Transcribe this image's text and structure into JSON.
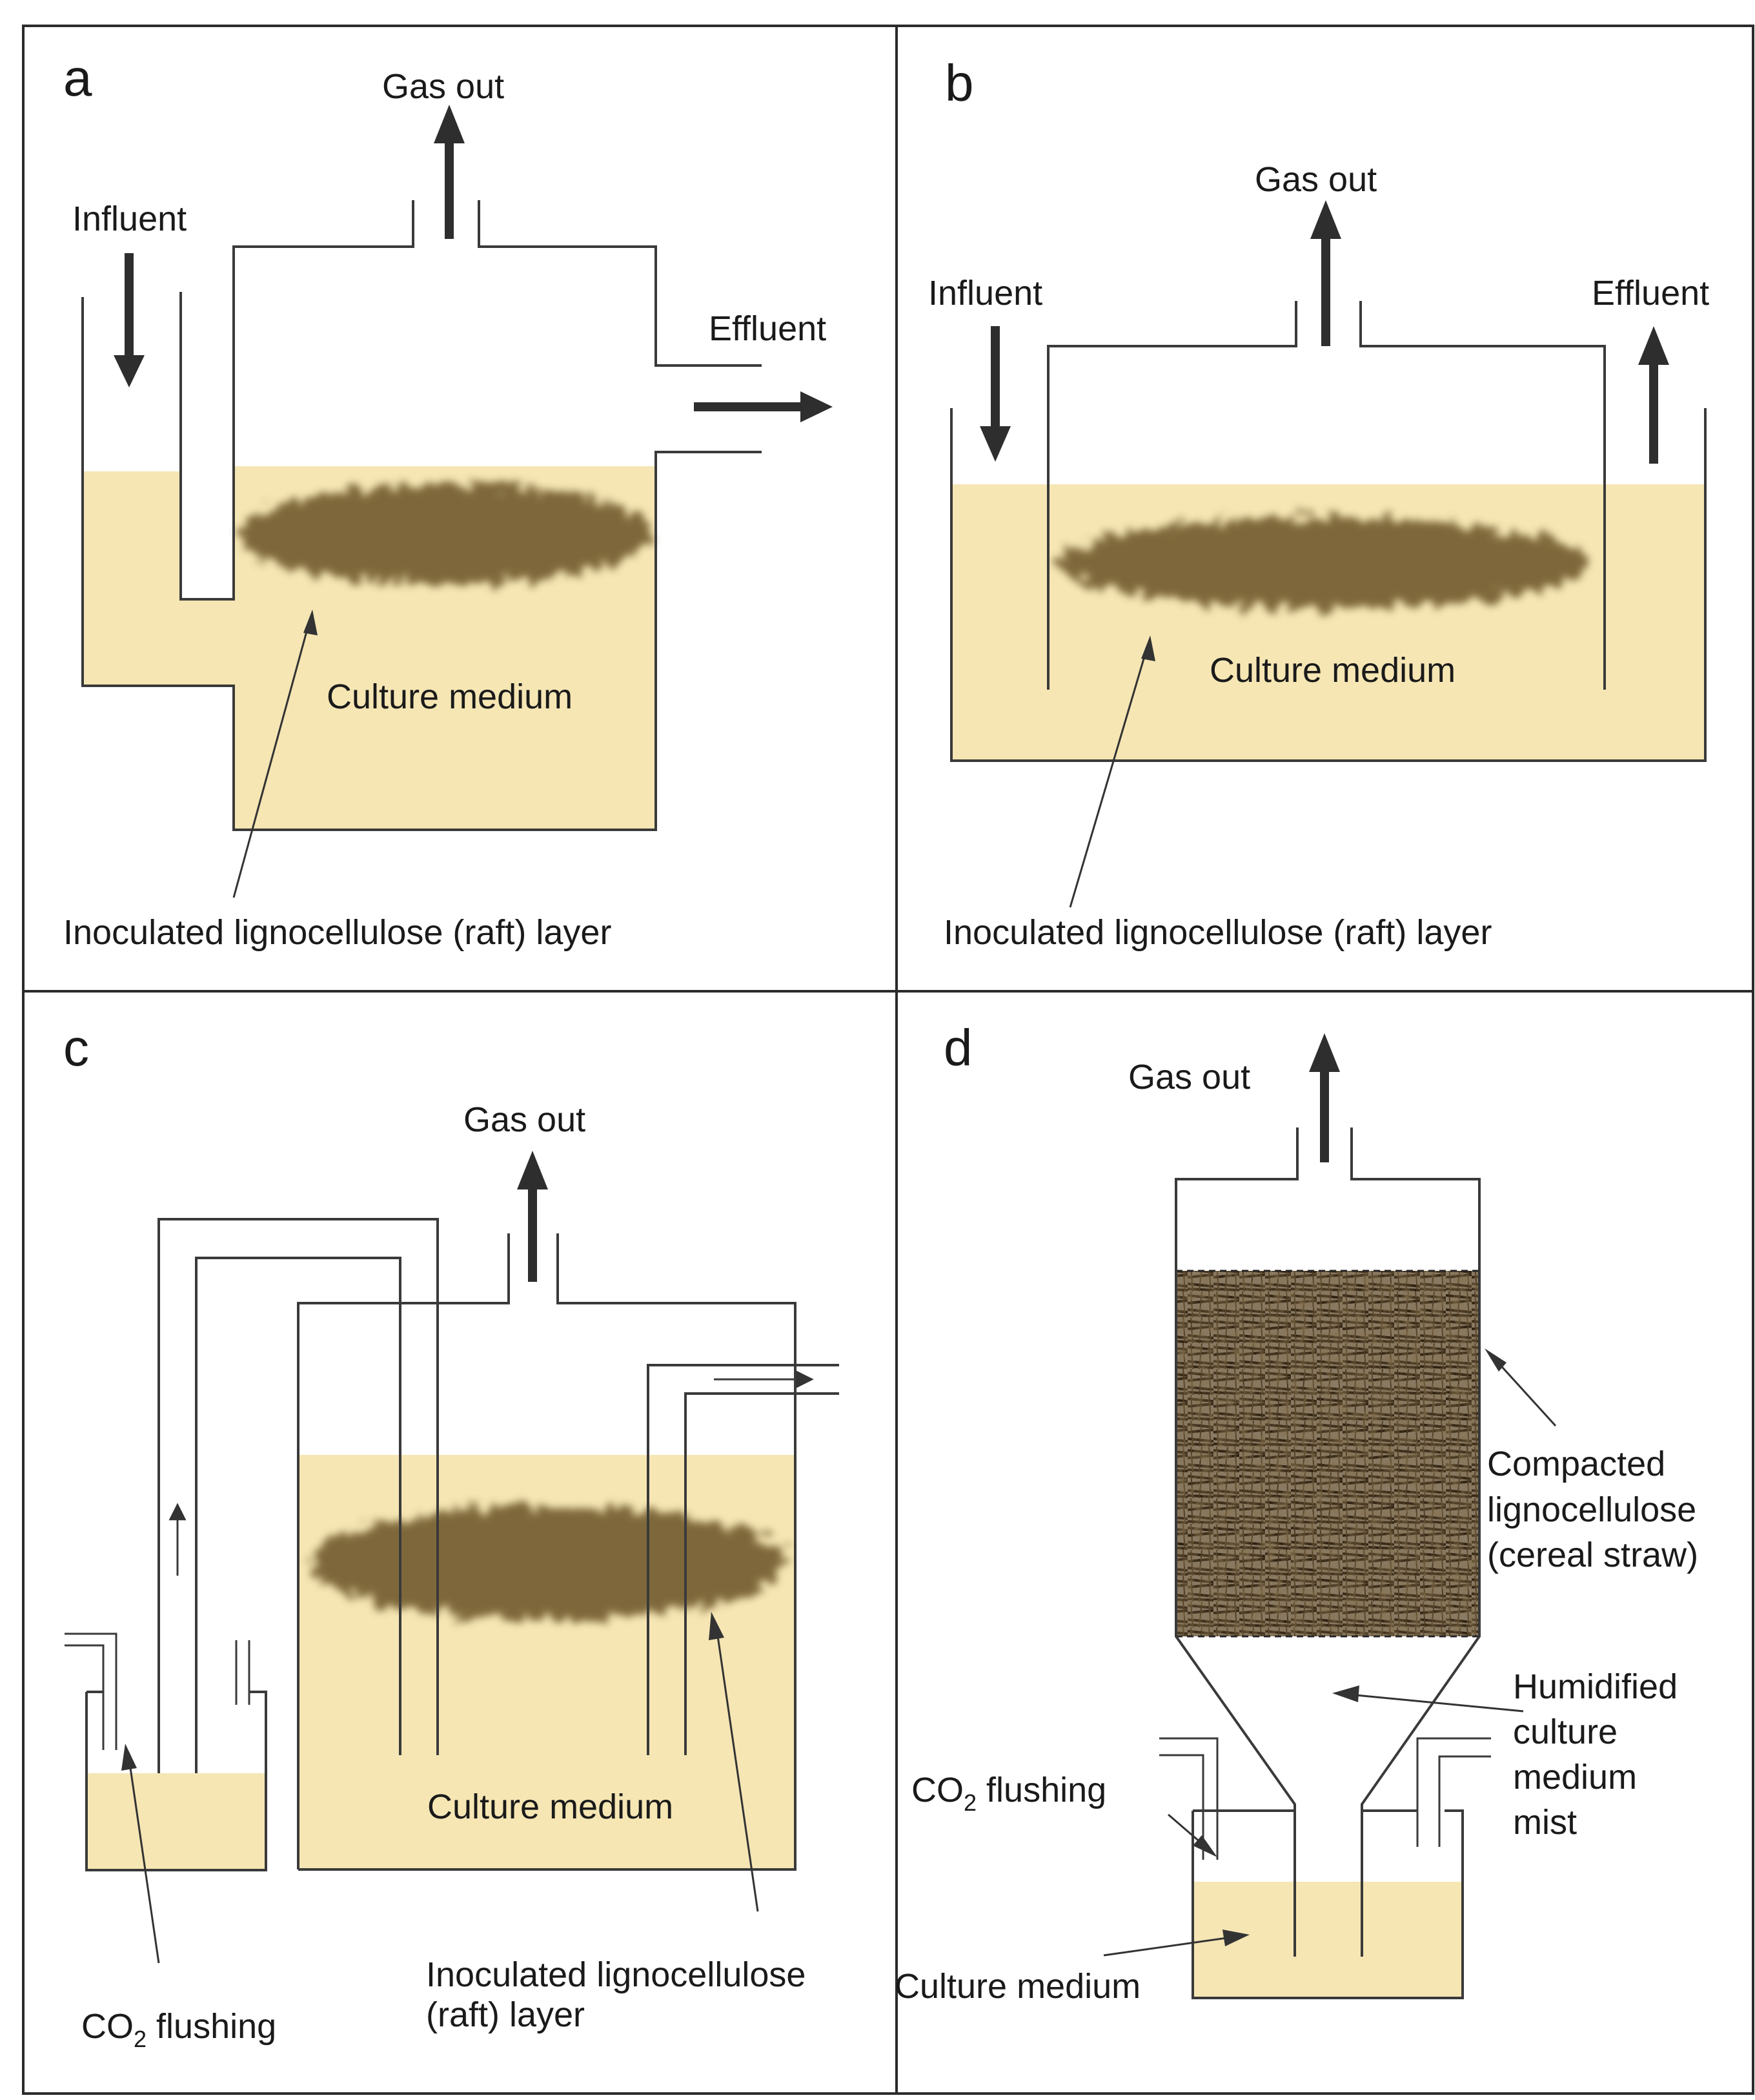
{
  "colors": {
    "medium": "#f5e6b4",
    "raft": "#6b5327",
    "straw": "#3e2c14",
    "line": "#3a3a3a",
    "arrow": "#2e2e2e"
  },
  "panels": {
    "a": {
      "letter": "a",
      "gas_out": "Gas out",
      "influent": "Influent",
      "effluent": "Effluent",
      "culture_medium": "Culture medium",
      "raft_label": "Inoculated lignocellulose (raft) layer"
    },
    "b": {
      "letter": "b",
      "gas_out": "Gas out",
      "influent": "Influent",
      "effluent": "Effluent",
      "culture_medium": "Culture medium",
      "raft_label": "Inoculated lignocellulose (raft) layer"
    },
    "c": {
      "letter": "c",
      "gas_out": "Gas out",
      "culture_medium": "Culture medium",
      "raft_label_line1": "Inoculated lignocellulose",
      "raft_label_line2": "(raft) layer",
      "co2_prefix": "CO",
      "co2_sub": "2",
      "co2_suffix": " flushing"
    },
    "d": {
      "letter": "d",
      "gas_out": "Gas out",
      "compacted_line1": "Compacted",
      "compacted_line2": "lignocellulose",
      "compacted_line3": "(cereal straw)",
      "mist_line1": "Humidified",
      "mist_line2": "culture",
      "mist_line3": "medium",
      "mist_line4": "mist",
      "co2_prefix": "CO",
      "co2_sub": "2",
      "co2_suffix": " flushing",
      "culture_medium": "Culture medium"
    }
  }
}
